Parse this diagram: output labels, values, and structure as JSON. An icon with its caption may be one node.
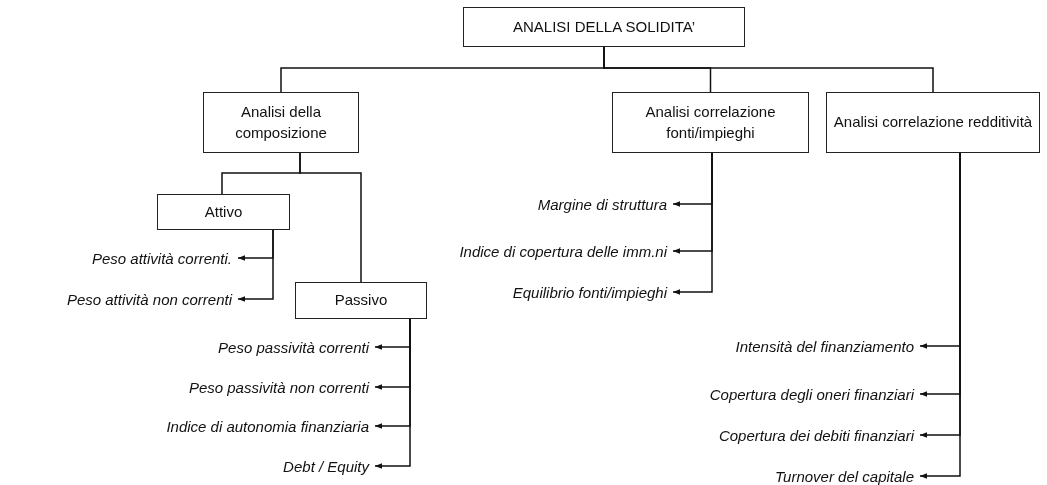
{
  "diagram": {
    "nodes": [
      {
        "text": [
          "ANALISI DELLA SOLIDITA’"
        ]
      },
      {
        "text": [
          "Analisi della composizione"
        ]
      },
      {
        "text": [
          "Analisi correlazione fonti/impieghi"
        ]
      },
      {
        "text": [
          "Analisi correlazione redditività"
        ]
      },
      {
        "text": [
          "Attivo"
        ]
      },
      {
        "text": [
          "Passivo"
        ]
      },
      {
        "text": [
          "Peso attività correnti."
        ]
      },
      {
        "text": [
          "Peso attività non correnti"
        ]
      },
      {
        "text": [
          "Peso passività correnti"
        ]
      },
      {
        "text": [
          "Peso passività non correnti"
        ]
      },
      {
        "text": [
          "Indice di autonomia finanziaria"
        ]
      },
      {
        "text": [
          "Debt / Equity"
        ]
      },
      {
        "text": [
          "Margine di struttura"
        ]
      },
      {
        "text": [
          "Indice di copertura delle imm.ni"
        ]
      },
      {
        "text": [
          "Equilibrio fonti/impieghi"
        ]
      },
      {
        "text": [
          "Intensità del finanziamento"
        ]
      },
      {
        "text": [
          "Copertura degli oneri finanziari"
        ]
      },
      {
        "text": [
          "Copertura dei debiti finanziari"
        ]
      },
      {
        "text": [
          "Turnover del capitale"
        ]
      }
    ],
    "edges": [
      {
        "from": 0,
        "to": 1,
        "arrow": "none"
      },
      {
        "from": 0,
        "to": 2,
        "arrow": "none"
      },
      {
        "from": 0,
        "to": 3,
        "arrow": "none"
      },
      {
        "from": 1,
        "to": 4,
        "arrow": "none"
      },
      {
        "from": 1,
        "to": 5,
        "arrow": "none"
      },
      {
        "from": 4,
        "to": 6,
        "arrow": "to"
      },
      {
        "from": 4,
        "to": 7,
        "arrow": "to"
      },
      {
        "from": 5,
        "to": 8,
        "arrow": "to"
      },
      {
        "from": 5,
        "to": 9,
        "arrow": "to"
      },
      {
        "from": 5,
        "to": 10,
        "arrow": "to"
      },
      {
        "from": 5,
        "to": 11,
        "arrow": "to"
      },
      {
        "from": 2,
        "to": 12,
        "arrow": "to"
      },
      {
        "from": 2,
        "to": 13,
        "arrow": "to"
      },
      {
        "from": 2,
        "to": 14,
        "arrow": "to"
      },
      {
        "from": 3,
        "to": 15,
        "arrow": "to"
      },
      {
        "from": 3,
        "to": 16,
        "arrow": "to"
      },
      {
        "from": 3,
        "to": 17,
        "arrow": "to"
      },
      {
        "from": 3,
        "to": 18,
        "arrow": "to"
      }
    ]
  }
}
